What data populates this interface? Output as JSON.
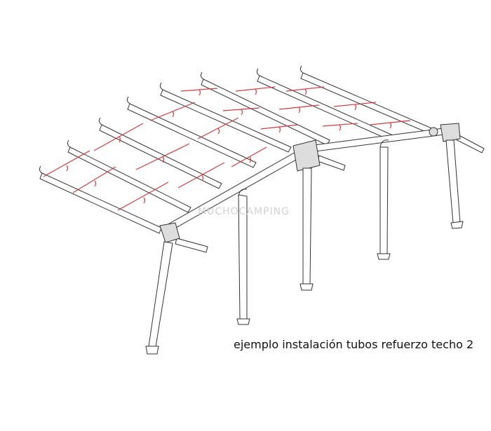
{
  "diagram": {
    "watermark": "MUCHOCAMPING",
    "caption": "ejemplo instalación tubos refuerzo techo 2",
    "colors": {
      "frame_stroke": "#333333",
      "frame_fill": "#ffffff",
      "reinforcement_tubes": "#d83a3a",
      "caption_text": "#111111",
      "watermark_text": "#d2d2d2"
    },
    "components": [
      "roof-rafters",
      "roof-reinforcement-tubes",
      "front-ridge-beam",
      "corner-connectors",
      "upright-legs",
      "leg-feet"
    ]
  }
}
